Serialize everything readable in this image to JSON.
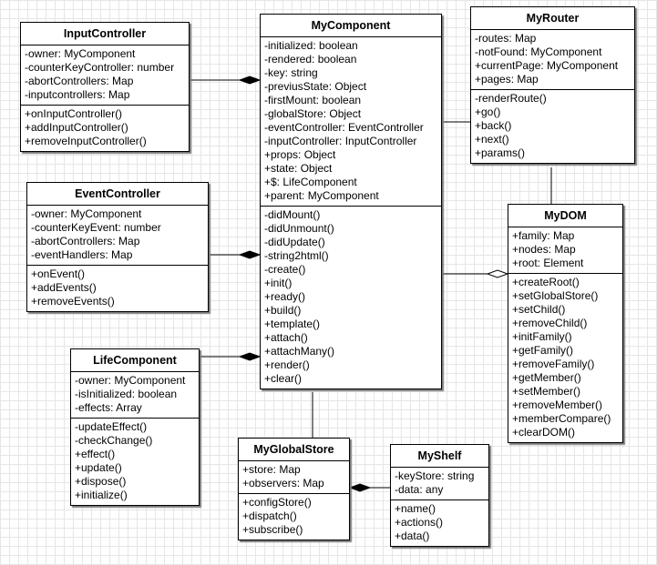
{
  "classes": {
    "input_controller": {
      "name": "InputController",
      "attributes": [
        "-owner: MyComponent",
        "-counterKeyController: number",
        "-abortControllers: Map",
        "-inputcontrollers: Map"
      ],
      "methods": [
        "+onInputController()",
        "+addInputController()",
        "+removeInputController()"
      ]
    },
    "my_component": {
      "name": "MyComponent",
      "attributes": [
        "-initialized: boolean",
        "-rendered: boolean",
        "-key: string",
        "-previusState: Object",
        "-firstMount: boolean",
        "-globalStore: Object",
        "-eventController: EventController",
        "-inputController: InputController",
        "+props: Object",
        "+state: Object",
        "+$: LifeComponent",
        "+parent: MyComponent"
      ],
      "methods": [
        "-didMount()",
        "-didUnmount()",
        "-didUpdate()",
        "-string2html()",
        "-create()",
        "+init()",
        "+ready()",
        "+build()",
        "+template()",
        "+attach()",
        "+attachMany()",
        "+render()",
        "+clear()"
      ]
    },
    "my_router": {
      "name": "MyRouter",
      "attributes": [
        "-routes: Map",
        "-notFound: MyComponent",
        "+currentPage: MyComponent",
        "+pages: Map"
      ],
      "methods": [
        "-renderRoute()",
        "+go()",
        "+back()",
        "+next()",
        "+params()"
      ]
    },
    "event_controller": {
      "name": "EventController",
      "attributes": [
        "-owner: MyComponent",
        "-counterKeyEvent: number",
        "-abortControllers: Map",
        "-eventHandlers: Map"
      ],
      "methods": [
        "+onEvent()",
        "+addEvents()",
        "+removeEvents()"
      ]
    },
    "my_dom": {
      "name": "MyDOM",
      "attributes": [
        "+family: Map",
        "+nodes: Map",
        "+root: Element"
      ],
      "methods": [
        "+createRoot()",
        "+setGlobalStore()",
        "+setChild()",
        "+removeChild()",
        "+initFamily()",
        "+getFamily()",
        "+removeFamily()",
        "+getMember()",
        "+setMember()",
        "+removeMember()",
        "+memberCompare()",
        "+clearDOM()"
      ]
    },
    "life_component": {
      "name": "LifeComponent",
      "attributes": [
        "-owner: MyComponent",
        "-isInitialized: boolean",
        "-effects: Array"
      ],
      "methods": [
        "-updateEffect()",
        "-checkChange()",
        "+effect()",
        "+update()",
        "+dispose()",
        "+initialize()"
      ]
    },
    "my_global_store": {
      "name": "MyGlobalStore",
      "attributes": [
        "+store: Map",
        "+observers: Map"
      ],
      "methods": [
        "+configStore()",
        "+dispatch()",
        "+subscribe()"
      ]
    },
    "my_shelf": {
      "name": "MyShelf",
      "attributes": [
        "-keyStore: string",
        "-data: any"
      ],
      "methods": [
        "+name()",
        "+actions()",
        "+data()"
      ]
    }
  },
  "relations": [
    {
      "from": "input_controller",
      "to": "my_component",
      "type": "composition"
    },
    {
      "from": "event_controller",
      "to": "my_component",
      "type": "composition"
    },
    {
      "from": "life_component",
      "to": "my_component",
      "type": "composition"
    },
    {
      "from": "my_component",
      "to": "my_dom",
      "type": "aggregation"
    },
    {
      "from": "my_component",
      "to": "my_router",
      "type": "association"
    },
    {
      "from": "my_router",
      "to": "my_dom",
      "type": "association"
    },
    {
      "from": "my_component",
      "to": "my_global_store",
      "type": "association"
    },
    {
      "from": "my_shelf",
      "to": "my_global_store",
      "type": "composition"
    }
  ]
}
